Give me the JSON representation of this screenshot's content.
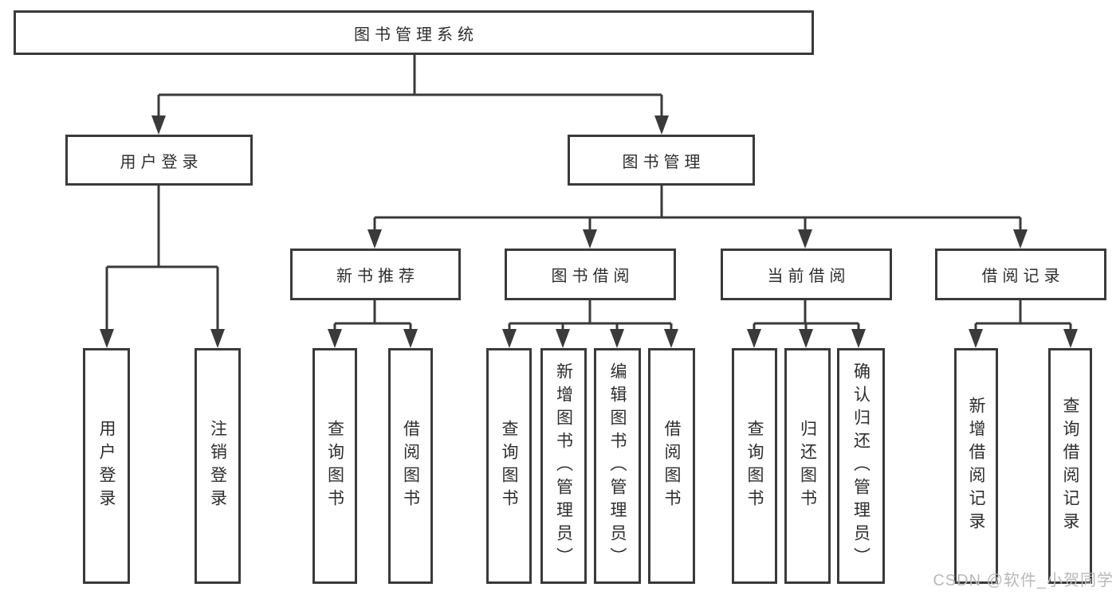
{
  "diagram_title": "图书管理系统",
  "watermark": "CSDN @软件_小贺同学",
  "colors": {
    "line": "#3a3a3a",
    "box_border": "#3a3a3a",
    "text": "#2d2d2d",
    "background": "#ffffff",
    "watermark": "#b9b9b9"
  },
  "tree": {
    "label": "图书管理系统",
    "children": [
      {
        "label": "用户登录",
        "children": [
          {
            "label": "用户登录"
          },
          {
            "label": "注销登录"
          }
        ]
      },
      {
        "label": "图书管理",
        "children": [
          {
            "label": "新书推荐",
            "children": [
              {
                "label": "查询图书"
              },
              {
                "label": "借阅图书"
              }
            ]
          },
          {
            "label": "图书借阅",
            "children": [
              {
                "label": "查询图书"
              },
              {
                "label": "新增图书（管理员）"
              },
              {
                "label": "编辑图书（管理员）"
              },
              {
                "label": "借阅图书"
              }
            ]
          },
          {
            "label": "当前借阅",
            "children": [
              {
                "label": "查询图书"
              },
              {
                "label": "归还图书"
              },
              {
                "label": "确认归还（管理员）"
              }
            ]
          },
          {
            "label": "借阅记录",
            "children": [
              {
                "label": "新增借阅记录"
              },
              {
                "label": "查询借阅记录"
              }
            ]
          }
        ]
      }
    ]
  }
}
